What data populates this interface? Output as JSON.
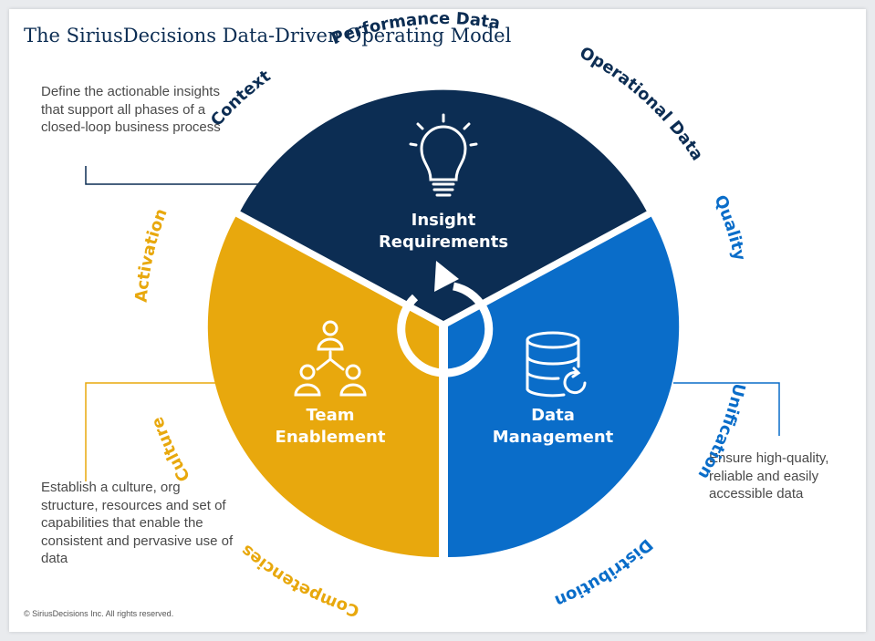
{
  "title": "The SiriusDecisions Data-Driven Operating Model",
  "colors": {
    "navy": "#0c2d53",
    "blue": "#0a6dc9",
    "gold": "#e8a80d",
    "text": "#4a4a4a"
  },
  "segments": {
    "insight": {
      "line1": "Insight",
      "line2": "Requirements",
      "icon": "lightbulb-icon"
    },
    "data": {
      "line1": "Data",
      "line2": "Management",
      "icon": "database-refresh-icon"
    },
    "team": {
      "line1": "Team",
      "line2": "Enablement",
      "icon": "team-hierarchy-icon"
    }
  },
  "arc_labels": {
    "context": "Context",
    "performance_data": "Performance Data",
    "operational_data": "Operational Data",
    "quality": "Quality",
    "unification": "Unification",
    "distribution": "Distribution",
    "activation": "Activation",
    "culture": "Culture",
    "competencies": "Competencies"
  },
  "descriptions": {
    "insight": "Define the actionable insights that support all phases of a closed-loop business process",
    "data": "Ensure high-quality, reliable and easily accessible data",
    "team": "Establish a culture, org structure, resources and set of capabilities that enable the consistent and pervasive use of data"
  },
  "center_icon": "cycle-arrow-icon",
  "copyright": "© SiriusDecisions Inc. All rights reserved."
}
